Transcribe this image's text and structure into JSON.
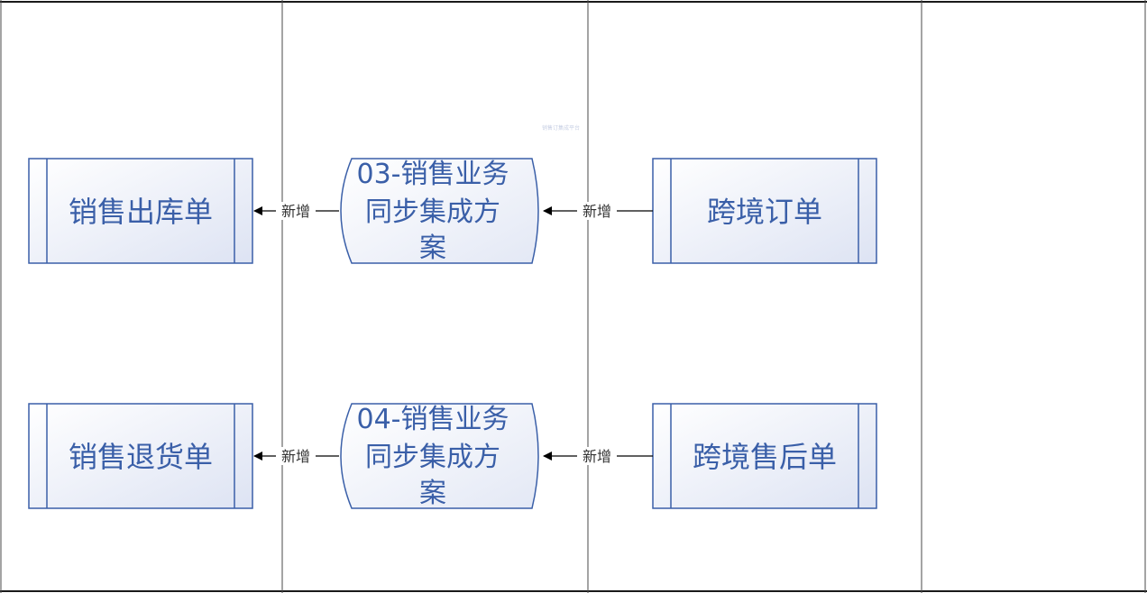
{
  "diagram": {
    "faint_caption": "销售订集成平台",
    "nodes": {
      "sales_outbound": {
        "label": "销售出库单"
      },
      "sales_return": {
        "label": "销售退货单"
      },
      "plan_03": {
        "lines": [
          "03-销售业务",
          "同步集成方",
          "案"
        ]
      },
      "plan_04": {
        "lines": [
          "04-销售业务",
          "同步集成方",
          "案"
        ]
      },
      "cross_border_order": {
        "label": "跨境订单"
      },
      "cross_border_aftersale": {
        "label": "跨境售后单"
      }
    },
    "edges": {
      "e1": {
        "label": "新增"
      },
      "e2": {
        "label": "新增"
      },
      "e3": {
        "label": "新增"
      },
      "e4": {
        "label": "新增"
      }
    },
    "colors": {
      "border": "#3a5fa8",
      "text": "#3a5fa8",
      "fill_light": "#ffffff",
      "fill_dark": "#dde3f3",
      "lane_line": "#4a4a4a",
      "arrow": "#000000"
    }
  }
}
